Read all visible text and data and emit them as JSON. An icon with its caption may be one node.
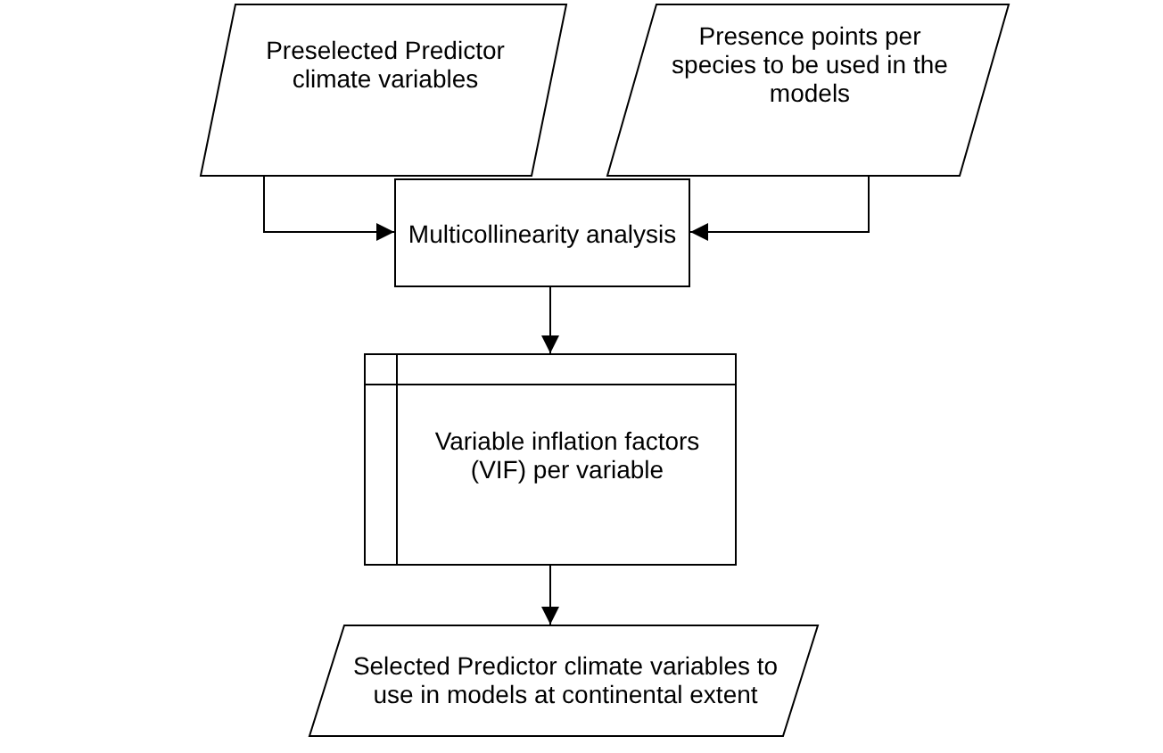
{
  "diagram": {
    "nodes": [
      {
        "text": [
          "Preselected Predictor climate variables"
        ]
      },
      {
        "text": [
          "Presence points per species to be used in the models"
        ]
      },
      {
        "text": [
          "Multicollinearity analysis"
        ]
      },
      {
        "text": [
          "Variable inflation factors (VIF) per variable"
        ]
      },
      {
        "text": [
          "Selected Predictor climate variables to use in models at continental extent"
        ]
      }
    ],
    "edges": [
      {
        "from": 0,
        "to": 2,
        "arrow": "to"
      },
      {
        "from": 1,
        "to": 2,
        "arrow": "to"
      },
      {
        "from": 2,
        "to": 3,
        "arrow": "to"
      },
      {
        "from": 3,
        "to": 4,
        "arrow": "to"
      }
    ]
  }
}
